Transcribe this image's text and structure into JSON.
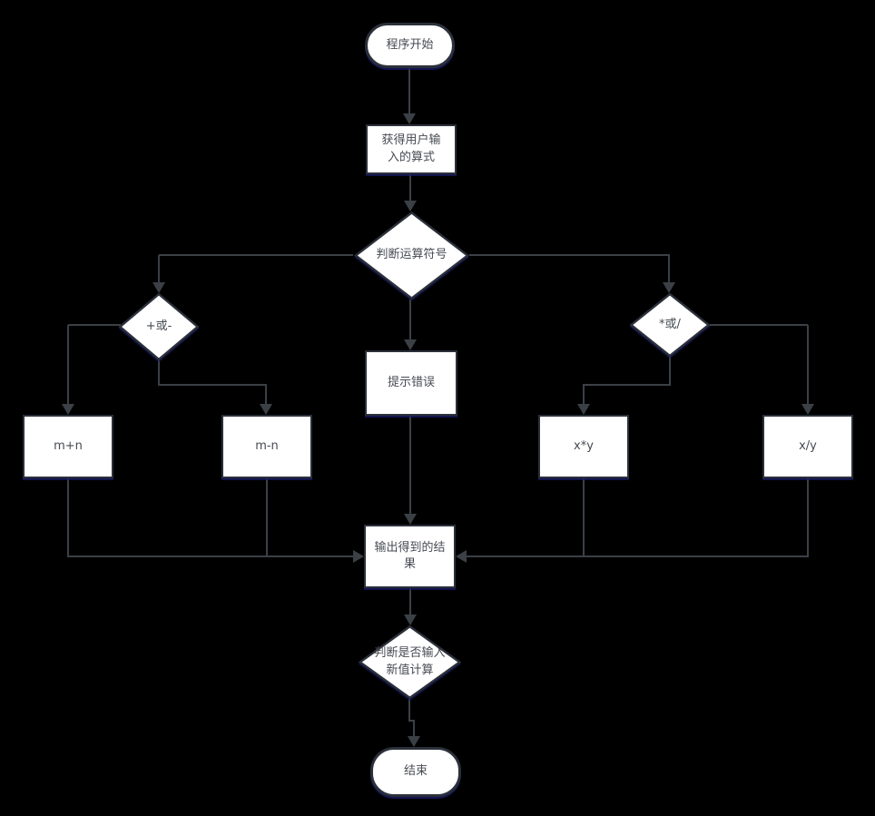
{
  "palette": {
    "background": "#000000",
    "shape_fill": "#ffffff",
    "shape_border": "#2b303a",
    "connector": "#3b4046",
    "text": "#474b52",
    "shadow_accent": "#1a1b69"
  },
  "nodes": {
    "start": {
      "label": "程序开始",
      "shape": "stadium"
    },
    "get_input": {
      "label": "获得用户输\n入的算式",
      "shape": "rect"
    },
    "op_check": {
      "label": "判断运算符号",
      "shape": "diamond"
    },
    "plus_minus": {
      "label": "+或-",
      "shape": "diamond"
    },
    "times_div": {
      "label": "*或/",
      "shape": "diamond"
    },
    "error": {
      "label": "提示错误",
      "shape": "rect"
    },
    "add": {
      "label": "m+n",
      "shape": "rect"
    },
    "sub": {
      "label": "m-n",
      "shape": "rect"
    },
    "mul": {
      "label": "x*y",
      "shape": "rect"
    },
    "div": {
      "label": "x/y",
      "shape": "rect"
    },
    "output": {
      "label": "输出得到的结\n果",
      "shape": "rect"
    },
    "repeat_check": {
      "label": "判断是否输入\n新值计算",
      "shape": "diamond"
    },
    "end": {
      "label": "结束",
      "shape": "stadium"
    }
  }
}
